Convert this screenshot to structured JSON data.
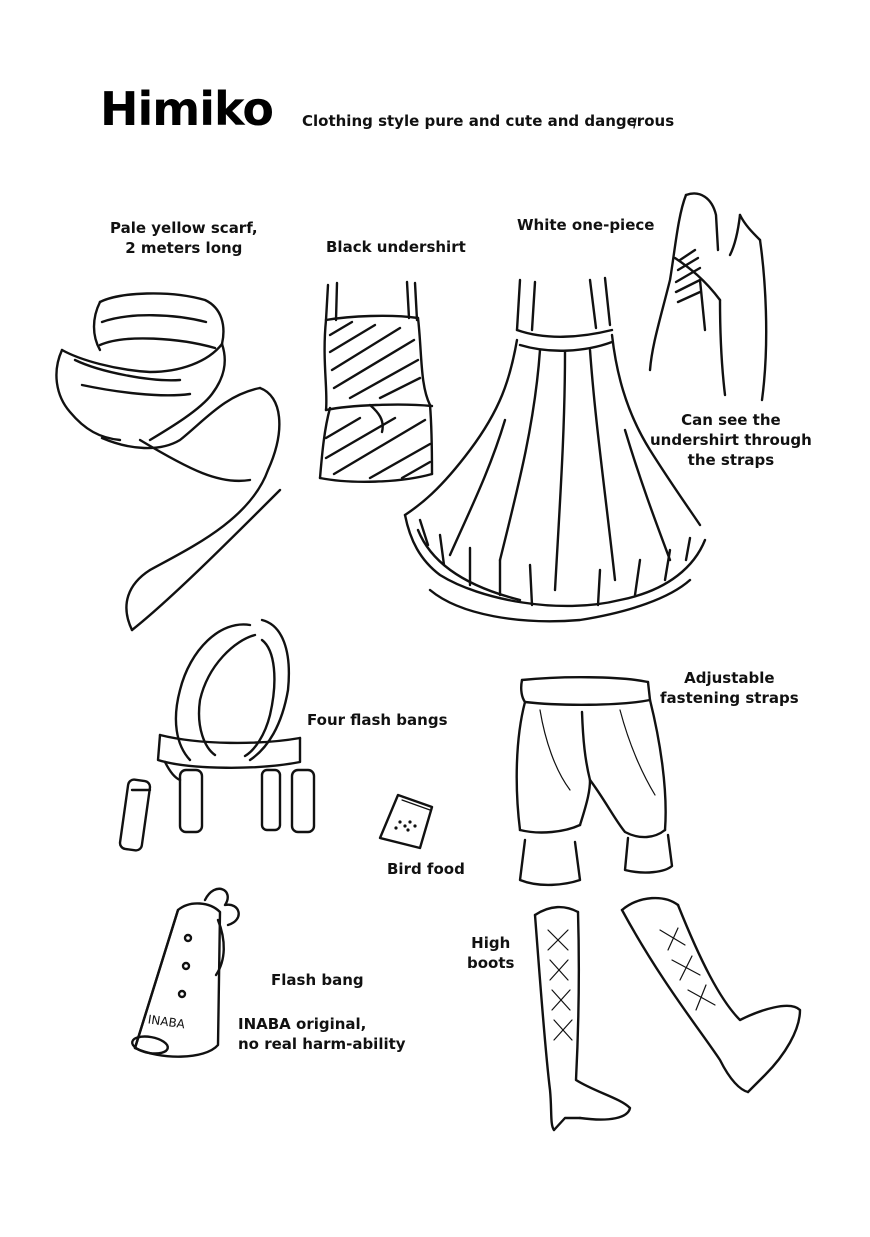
{
  "title": "Himiko",
  "subtitle": "Clothing style pure and cute and dangerous",
  "labels": {
    "scarf": "Pale yellow scarf,\n2 meters long",
    "undershirt": "Black undershirt",
    "onepiece": "White one-piece",
    "straps_note": "Can see the\nundershirt through\nthe straps",
    "flashbangs": "Four flash bangs",
    "fastening": "Adjustable\nfastening straps",
    "birdfood": "Bird food",
    "highboots": "High\nboots",
    "flashbang": "Flash bang",
    "inaba": "INABA original,\nno real harm-ability"
  },
  "handwriting": "INABA"
}
